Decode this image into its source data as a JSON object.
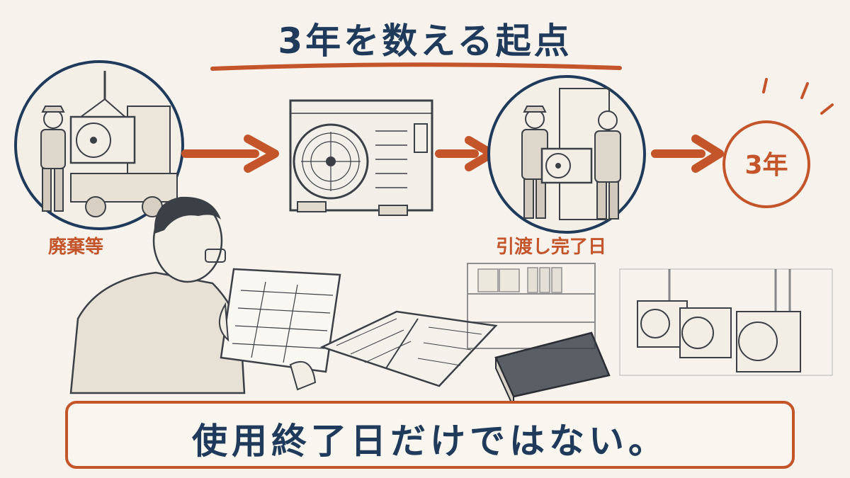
{
  "title": "3年を数える起点",
  "steps": [
    {
      "label": "廃棄等",
      "icon": "truck-loading-icon"
    },
    {
      "label": "",
      "icon": "outdoor-ac-unit-icon"
    },
    {
      "label": "引渡し完了日",
      "icon": "handover-icon"
    },
    {
      "label": "3年",
      "icon": "three-year-badge-icon"
    }
  ],
  "caption": "使用終了日だけではない。",
  "colors": {
    "accent": "#c4552a",
    "ink": "#1f3a5a",
    "line": "#3b3f46",
    "paper": "#f7f3ec"
  }
}
